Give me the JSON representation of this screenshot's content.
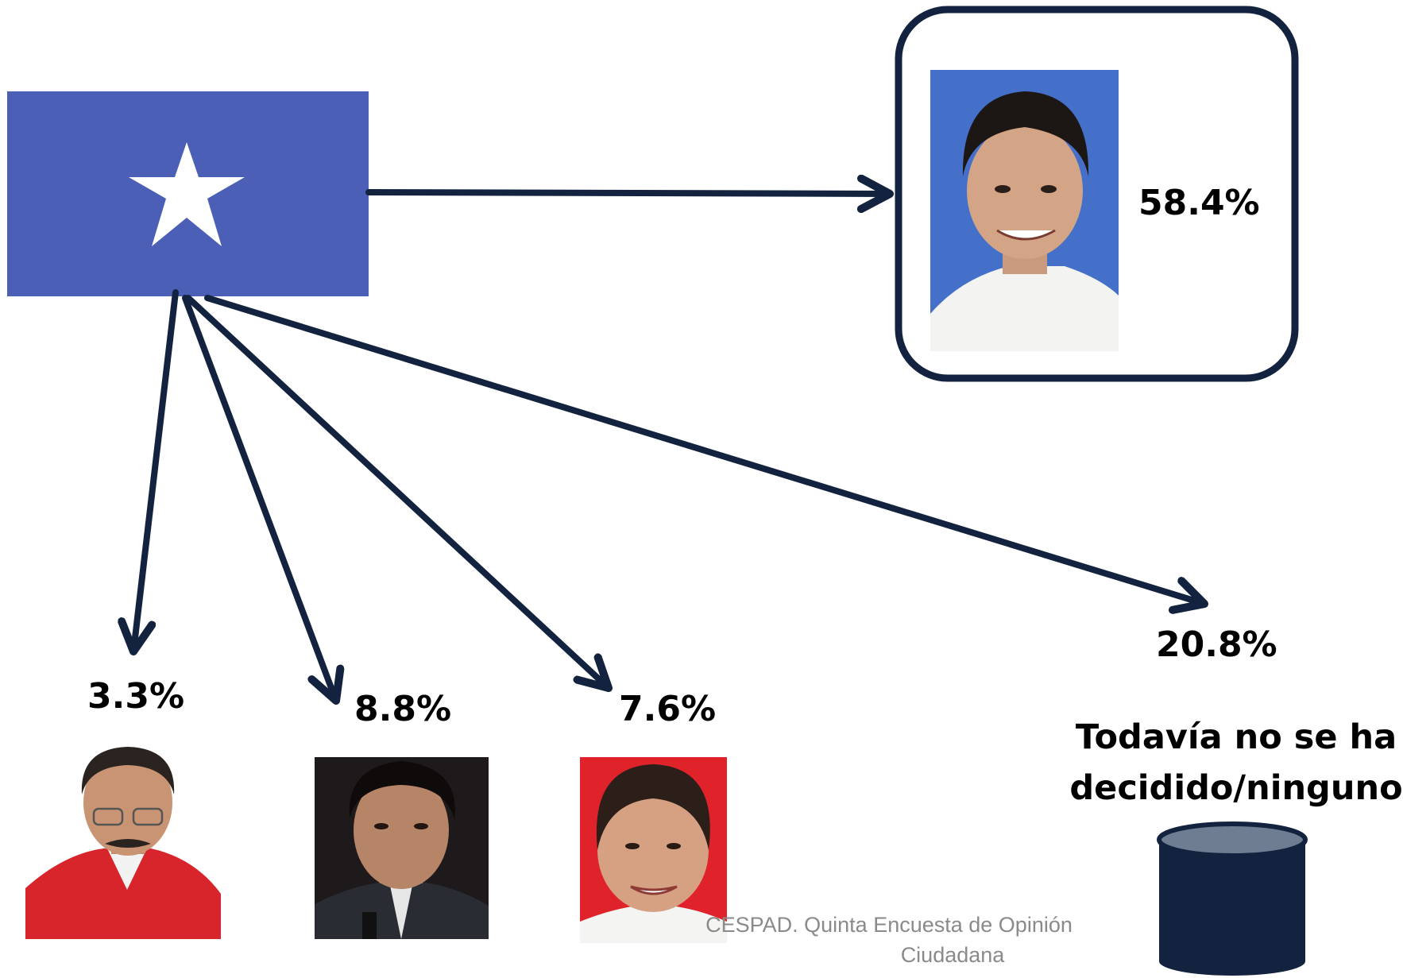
{
  "outcomes": {
    "main_candidate": {
      "percent": "58.4%"
    },
    "candidate_1": {
      "percent": "3.3%"
    },
    "candidate_2": {
      "percent": "8.8%"
    },
    "candidate_3": {
      "percent": "7.6%"
    },
    "undecided": {
      "percent": "20.8%",
      "label_line1": "Todavía no se ha",
      "label_line2": "decidido/ninguno"
    }
  },
  "source": {
    "line1": "CESPAD. Quinta Encuesta de Opinión",
    "line2": "Ciudadana"
  },
  "colors": {
    "arrow": "#13233f",
    "flag_blue": "#4a5fb5",
    "photo_blue_bg": "#4470c9",
    "photo_red_bg": "#e0232b",
    "photo_dark_bg": "#1e1a1c",
    "cylinder_body": "#13233f",
    "cylinder_top": "#6f7d93"
  },
  "icons": {
    "flag": "party-flag-star-icon",
    "undecided": "cylinder-icon"
  }
}
